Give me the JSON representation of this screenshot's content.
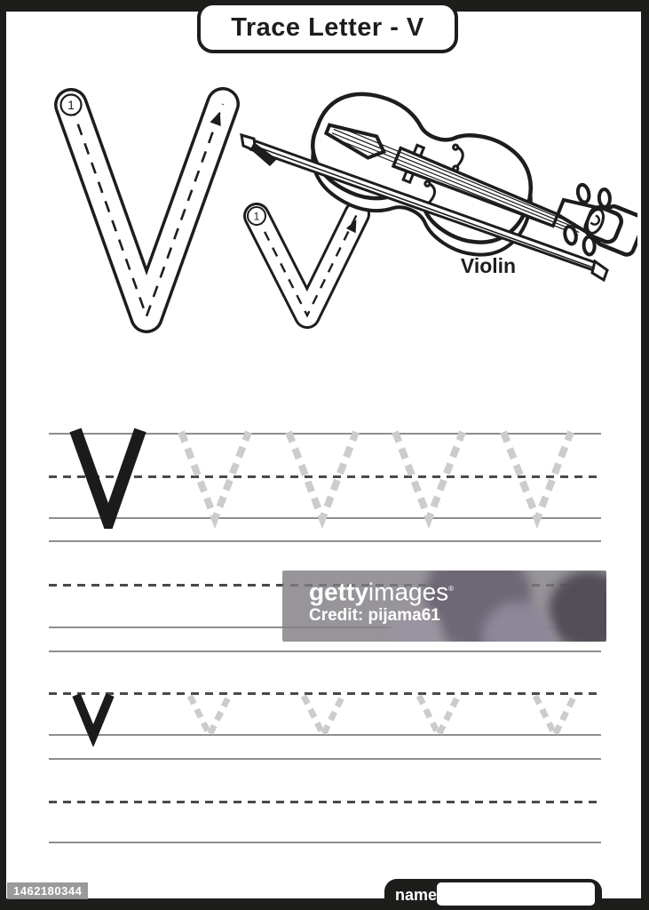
{
  "worksheet": {
    "title": "Trace Letter - V",
    "uppercase_letter": "V",
    "lowercase_letter": "v",
    "stroke_number": "1",
    "picture_label": "Violin",
    "practice_rows": {
      "uppercase_trace_count": 4,
      "lowercase_trace_count": 4
    },
    "name_field": {
      "label": "name",
      "value": ""
    },
    "colors": {
      "ink": "#1d1d1b",
      "rule_solid": "#8e8e8e",
      "rule_dashed": "#4a4a4a",
      "trace_gray": "#cccccc"
    }
  },
  "watermarks": {
    "brand_bold": "getty",
    "brand_light": "images",
    "registered_mark": "®",
    "credit": "Credit: pijama61",
    "asset_id": "1462180344"
  }
}
